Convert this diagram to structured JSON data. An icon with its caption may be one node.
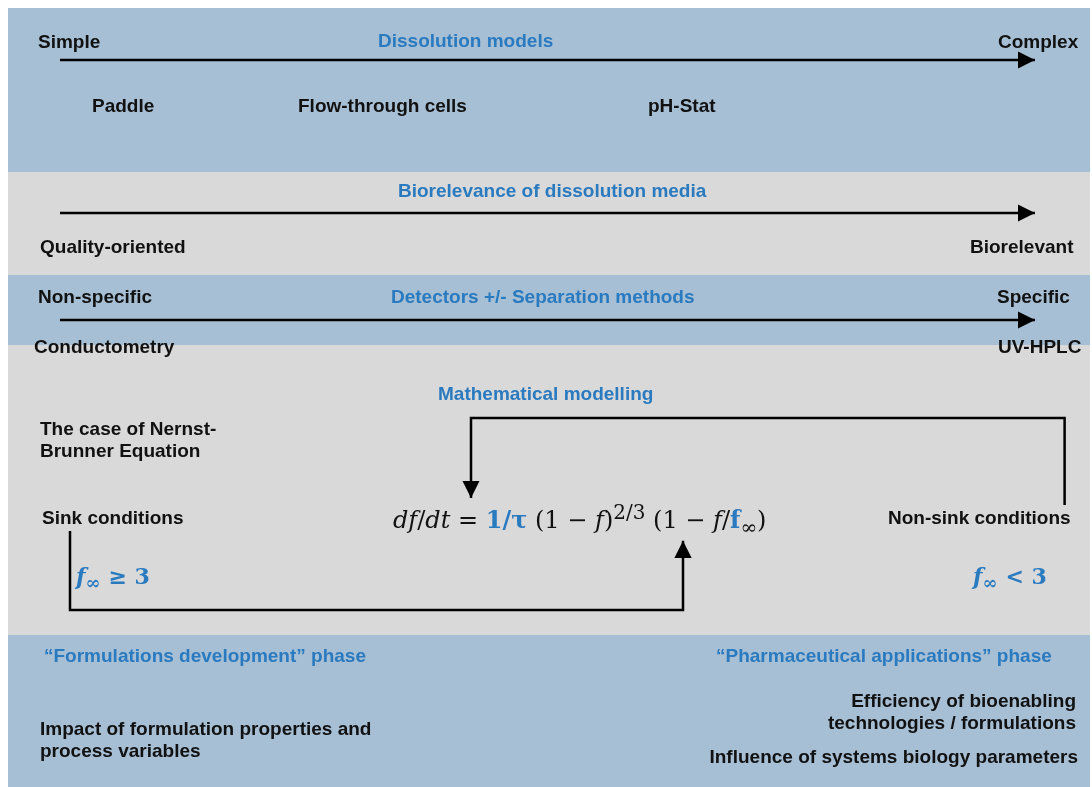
{
  "diagram": {
    "nodes": [
      {
        "text": [
          "Dissolution models"
        ]
      },
      {
        "text": [
          "Biorelevance of dissolution media"
        ]
      },
      {
        "text": [
          "Detectors +/- Separation methods"
        ]
      },
      {
        "text": [
          "Mathematical modelling"
        ]
      },
      {
        "text": [
          "Sink conditions"
        ],
        "in": 3,
        "beside": [
          "*f*$_{∞}$ ≥ 3"
        ]
      },
      {
        "text": [
          "*df*/*dt* = **1/τ** (1 − *f*)$^{2/3}$ (1 − *f*/**f**$_{∞}$)"
        ],
        "in": 3
      },
      {
        "text": [
          "Non-sink conditions"
        ],
        "in": 3,
        "beside": [
          "*f*$_{∞}$ < 3"
        ]
      },
      {
        "text": [
          "“Formulations development” phase",
          "“Pharmaceutical applications” phase"
        ]
      }
    ],
    "edges": [
      {
        "from": 4,
        "to": 5,
        "arrow": "to"
      },
      {
        "from": 6,
        "to": 5,
        "arrow": "to"
      }
    ],
    "labels": [
      "Simple",
      "Complex",
      "Paddle",
      "Flow-through cells",
      "pH-Stat",
      "Quality-oriented",
      "Biorelevant",
      "Non-specific",
      "Specific",
      "Conductometry",
      "UV-HPLC",
      "The case of Nernst-Brunner Equation",
      "Efficiency of bioenabling technologies / formulations",
      "Impact of formulation properties and process variables",
      "Influence of systems biology parameters"
    ]
  }
}
